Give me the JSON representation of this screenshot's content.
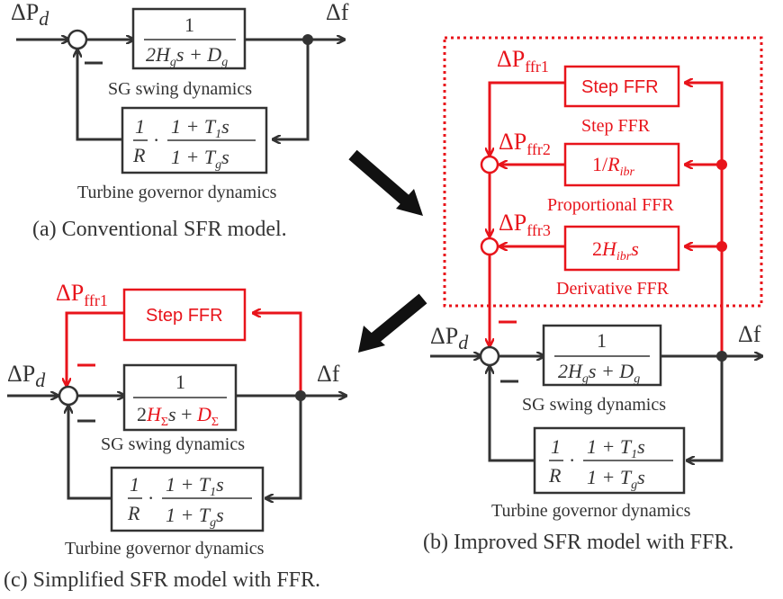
{
  "labels": {
    "delta_pd": "ΔP",
    "pd_sub": "d",
    "delta_f": "Δf",
    "pffr": "ΔP",
    "ffr1_sub": "ffr1",
    "ffr2_sub": "ffr2",
    "ffr3_sub": "ffr3",
    "sg_swing": "SG swing dynamics",
    "turbine_gov": "Turbine governor dynamics",
    "step_ffr": "Step FFR",
    "proportional_ffr": "Proportional FFR",
    "derivative_ffr": "Derivative FFR",
    "one": "1"
  },
  "captions": {
    "a": "(a) Conventional SFR model.",
    "b": "(b) Improved SFR model with FFR.",
    "c": "(c) Simplified SFR model with FFR."
  },
  "colors": {
    "red": "#e8141b",
    "dark": "#333333"
  }
}
